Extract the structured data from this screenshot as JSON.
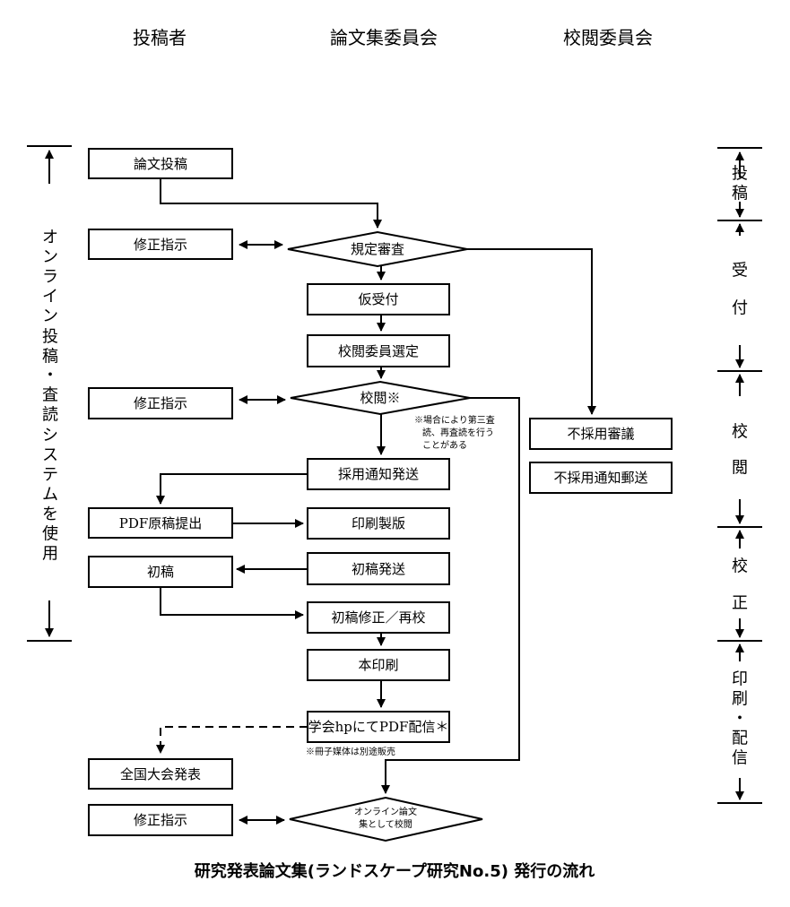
{
  "columns": {
    "author": "投稿者",
    "committee": "論文集委員会",
    "review": "校閲委員会"
  },
  "boxes": {
    "submission": "論文投稿",
    "revision_1": "修正指示",
    "rule_check": "規定審査",
    "provisional": "仮受付",
    "reviewer_select": "校閲委員選定",
    "revision_2": "修正指示",
    "review": "校閲※",
    "rejection_deliberation": "不採用審議",
    "rejection_notice": "不採用通知郵送",
    "acceptance_notice": "採用通知発送",
    "pdf_submit": "PDF原稿提出",
    "print_plate": "印刷製版",
    "first_proof": "初稿",
    "first_proof_send": "初稿発送",
    "first_proof_fix": "初稿修正／再校",
    "final_print": "本印刷",
    "pdf_delivery": "学会hpにてPDF配信＊",
    "national_conf": "全国大会発表",
    "revision_3": "修正指示",
    "online_review_line1": "オンライン論文",
    "online_review_line2": "集として校閲"
  },
  "notes": {
    "review_note_1": "※場合により第三査",
    "review_note_2": "読、再査読を行う",
    "review_note_3": "ことがある",
    "booklet_note": "※冊子媒体は別途販売"
  },
  "left_label": [
    "オ",
    "ン",
    "ラ",
    "イ",
    "ン",
    "投",
    "稿",
    "・",
    "査",
    "読",
    "シ",
    "ス",
    "テ",
    "ム",
    "を",
    "使",
    "用"
  ],
  "right_stages": {
    "submit": [
      "投",
      "稿"
    ],
    "accept": [
      "受",
      "付"
    ],
    "review": [
      "校",
      "閲"
    ],
    "proof": [
      "校",
      "正"
    ],
    "print": [
      "印",
      "刷",
      "・",
      "配",
      "信"
    ]
  },
  "caption": "研究発表論文集(ランドスケープ研究No.5) 発行の流れ"
}
